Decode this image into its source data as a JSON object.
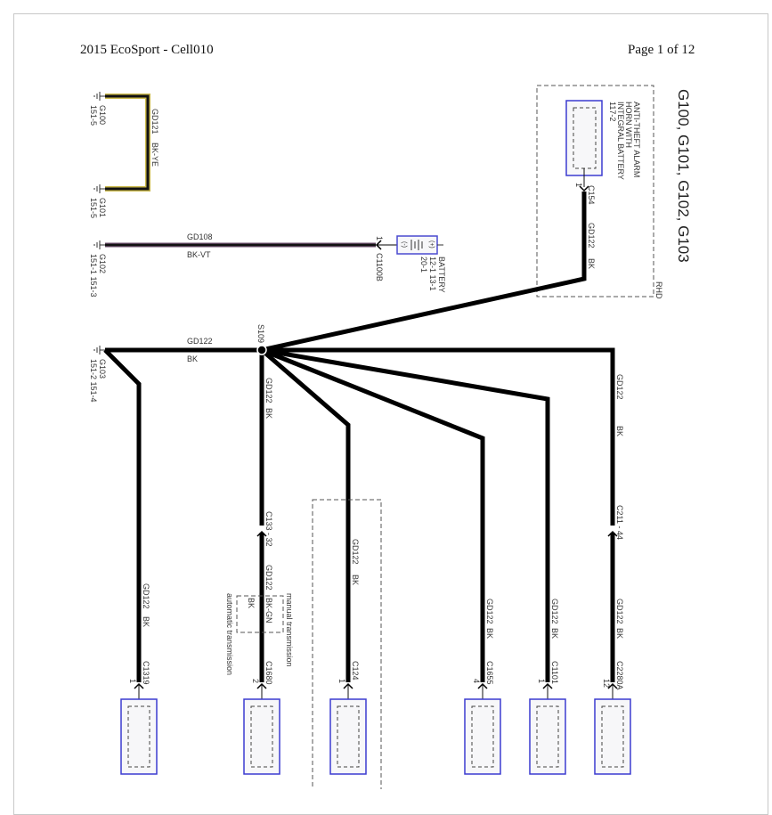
{
  "header": {
    "document_title": "2015 EcoSport - Cell010",
    "page_indicator": "Page 1 of 12"
  },
  "diagram": {
    "title": "G100, G101, G102, G103",
    "grounds": [
      {
        "id": "G100",
        "ref": "151-5"
      },
      {
        "id": "G101",
        "ref": "151-5"
      },
      {
        "id": "G102",
        "ref": "151-1  151-3"
      },
      {
        "id": "G103",
        "ref": "151-2  151-4"
      }
    ],
    "wire_gd121": {
      "circuit": "GD121",
      "color": "BK-YE"
    },
    "wire_gd108": {
      "circuit": "GD108",
      "color": "BK-VT"
    },
    "battery": {
      "connector": "C1100B",
      "pin": "1",
      "label": "BATTERY",
      "refs": "12-1  13-1",
      "ref2": "20-1",
      "plus": "(+)",
      "minus": "(-)"
    },
    "alarm": {
      "label_lines": [
        "ANTI-THEFT ALARM",
        "HORN WITH",
        "INTEGRAL BATTERY",
        "117-2"
      ],
      "connector": "C154",
      "pin": "1",
      "circuit": "GD122",
      "color": "BK",
      "region": "RHD"
    },
    "splice": {
      "id": "S109"
    },
    "main_wire": {
      "circuit": "GD122",
      "color": "BK"
    },
    "transmission": {
      "inline_connector": "C133 - 32",
      "manual_label": "manual transmission",
      "automatic_label": "automatic transmission",
      "manual_color": "BK-GN",
      "automatic_color": "BK"
    },
    "inline_c211": "C211 - 44",
    "branches": [
      {
        "connector": "C1319",
        "pin": "1",
        "circuit": "GD122",
        "color": "BK"
      },
      {
        "connector": "C1680",
        "pin": "2",
        "circuit": "GD122",
        "color": "BK"
      },
      {
        "connector": "C124",
        "pin": "1",
        "circuit": "GD122",
        "color": "BK"
      },
      {
        "connector": "C1655",
        "pin": "4",
        "circuit": "GD122",
        "color": "BK"
      },
      {
        "connector": "C1101",
        "pin": "1",
        "circuit": "GD122",
        "color": "BK"
      },
      {
        "connector": "C2280A",
        "pin": "12",
        "circuit": "GD122",
        "color": "BK"
      }
    ]
  }
}
